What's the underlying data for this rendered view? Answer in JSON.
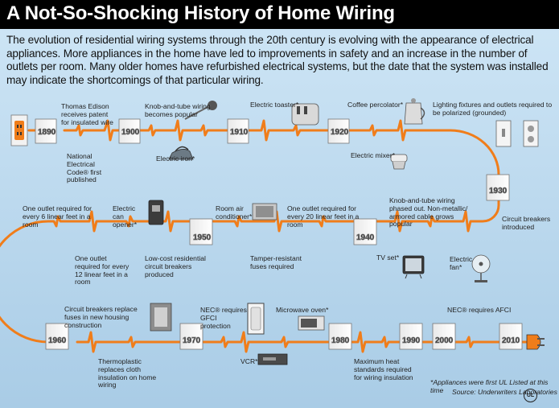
{
  "title": "A Not-So-Shocking History of Home Wiring",
  "intro": "The evolution of residential wiring systems through the 20th century is evolving with the appearance of electrical appliances. More appliances in the home have led to improvements in safety and an increase in the number of outlets per room. Many older homes have refurbished electrical systems, but the date that the system was installed may indicate the shortcomings of that particular wiring.",
  "colors": {
    "wire": "#f07d1a",
    "background": "#c5e0f2",
    "title_bar": "#000000"
  },
  "years": [
    "1890",
    "1900",
    "1910",
    "1920",
    "1930",
    "1950",
    "1940",
    "1960",
    "1970",
    "1980",
    "1990",
    "2000",
    "2010"
  ],
  "labels": [
    "Thomas Edison receives patent for insulated wire",
    "National Electrical Code® first published",
    "Knob-and-tube wiring becomes popular",
    "Electric iron*",
    "Electric toaster*",
    "Coffee percolator*",
    "Electric mixer*",
    "Lighting fixtures and outlets required to be polarized (grounded)",
    "Circuit breakers introduced",
    "Knob-and-tube wiring phased out. Non-metallic/ armored cable grows popular",
    "TV set*",
    "Electric fan*",
    "One outlet required for every 20 linear feet in a room",
    "Room air conditioner*",
    "Tamper-resistant fuses required",
    "Low-cost residential circuit breakers produced",
    "Electric can opener*",
    "One outlet required for every 12 linear feet in a room",
    "One outlet required for every 6 linear feet in a room",
    "Circuit breakers replace fuses in new housing construction",
    "Thermoplastic replaces cloth insulation on home wiring",
    "NEC® requires GFCI protection",
    "VCR*",
    "Microwave oven*",
    "Maximum heat standards required for wiring insulation",
    "NEC® requires AFCI"
  ],
  "icons": [
    "wall-outlet-icon",
    "iron-icon",
    "toaster-icon",
    "coffee-percolator-icon",
    "mixer-icon",
    "light-switch-icon",
    "outlet-plate-icon",
    "tv-icon",
    "fan-icon",
    "air-conditioner-icon",
    "can-opener-icon",
    "breaker-panel-icon",
    "gfci-outlet-icon",
    "microwave-icon",
    "vcr-icon",
    "plug-icon"
  ],
  "footnote": "*Appliances were first UL Listed at this time",
  "source": "Source: Underwriters Laboratories",
  "ul_logo": "UL"
}
